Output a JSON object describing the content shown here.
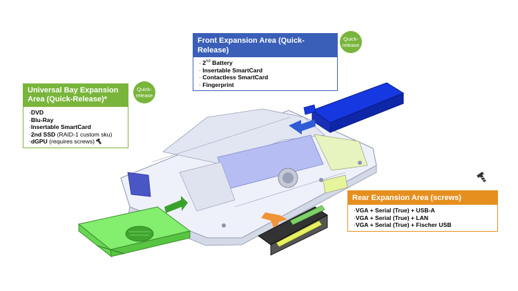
{
  "front_expansion": {
    "title": "Front Expansion Area (Quick-Release)",
    "items": [
      "2",
      "nd",
      " Battery",
      "Insertable SmartCard",
      "Contactless SmartCard",
      "Fingerprint"
    ],
    "badge": "Quick-release"
  },
  "universal_bay": {
    "title": "Universal Bay Expansion Area  (Quick-Release)*",
    "badge": "Quick-release",
    "items": [
      {
        "bold": "DVD",
        "note": ""
      },
      {
        "bold": "Blu-Ray",
        "note": ""
      },
      {
        "bold": "Insertable SmartCard",
        "note": ""
      },
      {
        "bold": "2nd SSD",
        "note": " (RAID-1 custom sku)"
      },
      {
        "bold": "dGPU",
        "note": " (requires screws)"
      }
    ]
  },
  "rear_expansion": {
    "title": "Rear Expansion Area (screws)",
    "items": [
      "VGA + Serial (True) + USB-A",
      "VGA + Serial (True) + LAN",
      "VGA + Serial (True) + Fischer USB"
    ]
  },
  "colors": {
    "front_accent": "#3a5fb8",
    "universal_accent": "#79b53b",
    "rear_accent": "#e78f1e"
  },
  "icons": [
    "screw-icon",
    "arrow-icon"
  ]
}
